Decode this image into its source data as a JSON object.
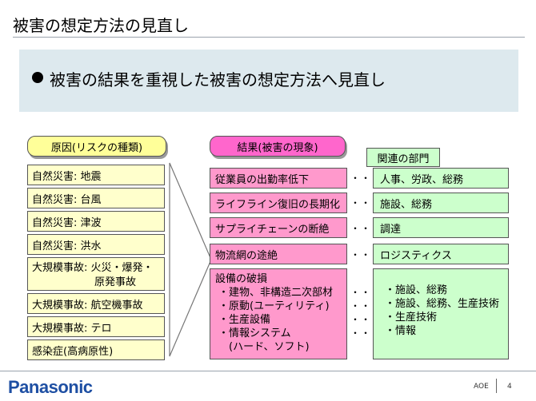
{
  "slide": {
    "title": "被害の想定方法の見直し",
    "banner": "被害の結果を重視した被害の想定方法へ見直し"
  },
  "headers": {
    "causes": "原因(リスクの種類)",
    "results": "結果(被害の現象)",
    "departments": "関連の部門"
  },
  "causes": [
    [
      "自然災害: 地震"
    ],
    [
      "自然災害: 台風"
    ],
    [
      "自然災害: 津波"
    ],
    [
      "自然災害: 洪水"
    ],
    [
      "大規模事故: 火災・爆発・",
      "　　　　　　原発事故"
    ],
    [
      "大規模事故: 航空機事故"
    ],
    [
      "大規模事故: テロ"
    ],
    [
      "感染症(高病原性)"
    ]
  ],
  "results": [
    [
      "従業員の出勤率低下"
    ],
    [
      "ライフライン復旧の長期化"
    ],
    [
      "サプライチェーンの断絶"
    ],
    [
      "物流網の途絶"
    ],
    [
      "設備の破損",
      "・建物、非構造二次部材",
      "・原動(ユーティリティ)",
      "・生産設備",
      "・情報システム",
      "　(ハード、ソフト)"
    ]
  ],
  "departments": [
    [
      "人事、労政、総務"
    ],
    [
      "施設、総務"
    ],
    [
      "調達"
    ],
    [
      "ロジスティクス"
    ],
    [
      "・施設、総務",
      "・施設、総務、生産技術",
      "・生産技術",
      "・情報"
    ]
  ],
  "connector": "・・・",
  "footer": {
    "logo": "Panasonic",
    "code": "AOE",
    "page": "4"
  },
  "colors": {
    "banner_bg": "#dde9ee",
    "cause_header": "#ffff99",
    "cause_box": "#ffffcc",
    "result_header": "#ff66cc",
    "result_box": "#ff99cc",
    "dept_box": "#ccffcc",
    "logo": "#1e4fa3"
  }
}
